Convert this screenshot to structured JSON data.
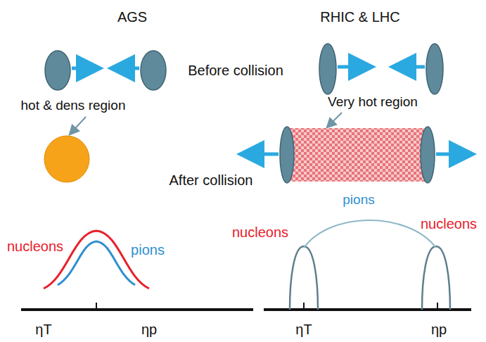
{
  "diagram": {
    "labels": [
      "AGS",
      "RHIC & LHC",
      "Before collision",
      "hot & dens region",
      "Very hot region",
      "After collision",
      "pions",
      "nucleons",
      "pions",
      "nucleons",
      "nucleons",
      "ηT",
      "ηp",
      "ηT",
      "ηp"
    ]
  }
}
